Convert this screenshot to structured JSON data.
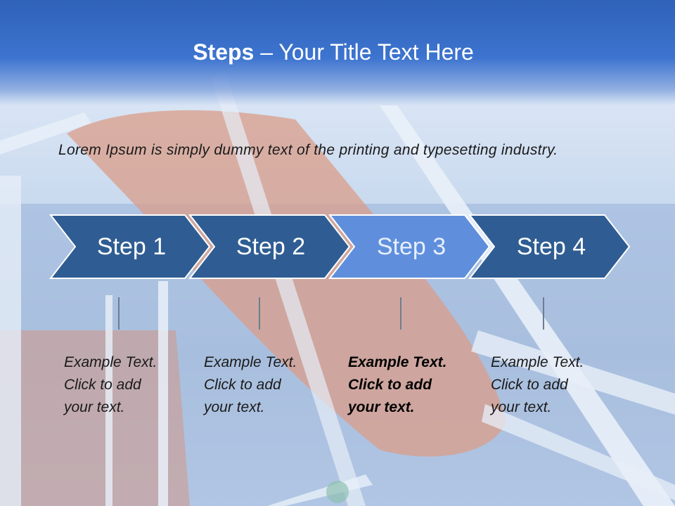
{
  "slide": {
    "title_bold": "Steps",
    "title_rest": "  – Your Title Text Here",
    "intro": "Lorem Ipsum is simply dummy text of the printing and typesetting industry."
  },
  "steps": [
    {
      "label": "Step 1",
      "text": "Example Text.\nClick  to add\nyour text.",
      "active": false
    },
    {
      "label": "Step 2",
      "text": "Example Text.\nClick  to add\nyour text.",
      "active": false
    },
    {
      "label": "Step 3",
      "text": "Example Text.\nClick  to add\nyour text.",
      "active": true
    },
    {
      "label": "Step 4",
      "text": "Example Text.\nClick  to add\nyour text.",
      "active": false
    }
  ],
  "colors": {
    "title_bar": "#3d74cf",
    "step_fill": "#2f5d93",
    "step_active_fill": "#5f8fdc",
    "step_border": "#ffffff"
  }
}
